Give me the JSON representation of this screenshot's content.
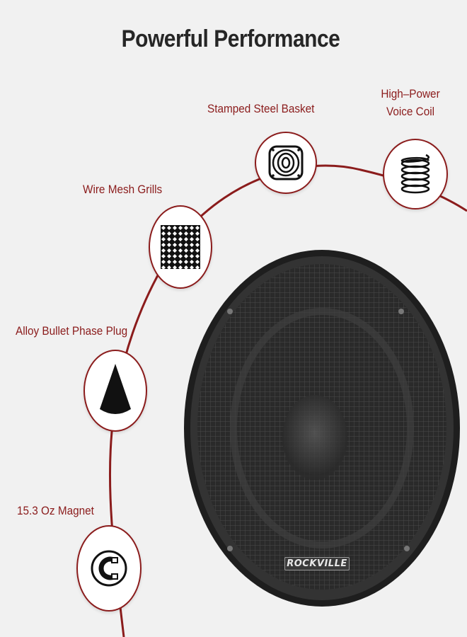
{
  "header": {
    "title": "Powerful Performance"
  },
  "features": [
    {
      "label": "Stamped Steel Basket",
      "icon": "speaker-basket-icon"
    },
    {
      "label_line1": "High–Power",
      "label_line2": "Voice Coil",
      "icon": "coil-icon"
    },
    {
      "label": "Wire Mesh Grills",
      "icon": "mesh-grill-icon"
    },
    {
      "label": "Alloy Bullet Phase Plug",
      "icon": "cone-icon"
    },
    {
      "label": "15.3 Oz Magnet",
      "icon": "magnet-icon"
    }
  ],
  "product": {
    "brand": "ROCKVILLE"
  },
  "colors": {
    "accent": "#8b1c1c",
    "background": "#f1f1f1",
    "title": "#262626"
  }
}
